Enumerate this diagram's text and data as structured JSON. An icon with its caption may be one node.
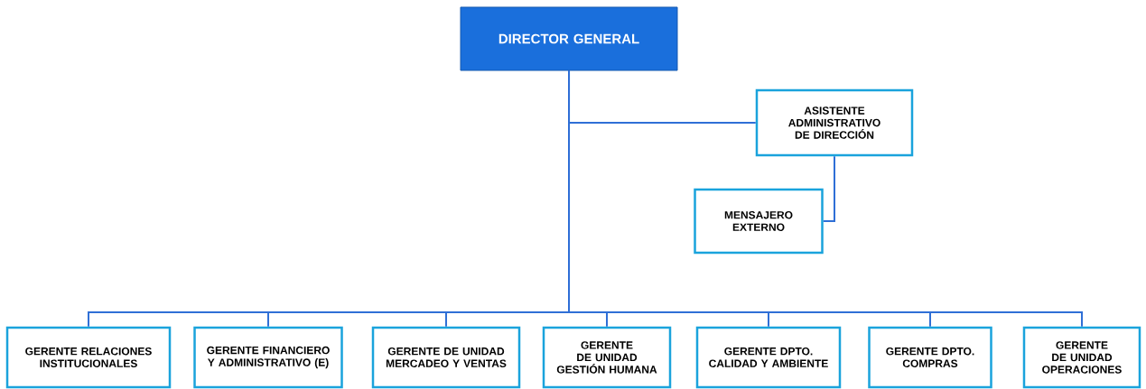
{
  "diagram": {
    "nodes": [
      {
        "text": [
          "DIRECTOR GENERAL"
        ]
      },
      {
        "text": [
          "ASISTENTE ADMINISTRATIVO DE DIRECCIÓN"
        ]
      },
      {
        "text": [
          "MENSAJERO EXTERNO"
        ]
      },
      {
        "text": [
          "GERENTE RELACIONES INSTITUCIONALES"
        ]
      },
      {
        "text": [
          "GERENTE FINANCIERO Y ADMINISTRATIVO (E)"
        ]
      },
      {
        "text": [
          "GERENTE DE UNIDAD MERCADEO Y VENTAS"
        ]
      },
      {
        "text": [
          "GERENTE DE UNIDAD GESTIÓN HUMANA"
        ]
      },
      {
        "text": [
          "GERENTE DPTO. CALIDAD Y AMBIENTE"
        ]
      },
      {
        "text": [
          "GERENTE DPTO. COMPRAS"
        ]
      },
      {
        "text": [
          "GERENTE DE UNIDAD OPERACIONES"
        ]
      }
    ],
    "edges": [
      {
        "from": 0,
        "to": 1,
        "arrow": "none"
      },
      {
        "from": 1,
        "to": 2,
        "arrow": "none"
      },
      {
        "from": 0,
        "to": 3,
        "arrow": "none"
      },
      {
        "from": 0,
        "to": 4,
        "arrow": "none"
      },
      {
        "from": 0,
        "to": 5,
        "arrow": "none"
      },
      {
        "from": 0,
        "to": 6,
        "arrow": "none"
      },
      {
        "from": 0,
        "to": 7,
        "arrow": "none"
      },
      {
        "from": 0,
        "to": 8,
        "arrow": "none"
      },
      {
        "from": 0,
        "to": 9,
        "arrow": "none"
      }
    ]
  }
}
